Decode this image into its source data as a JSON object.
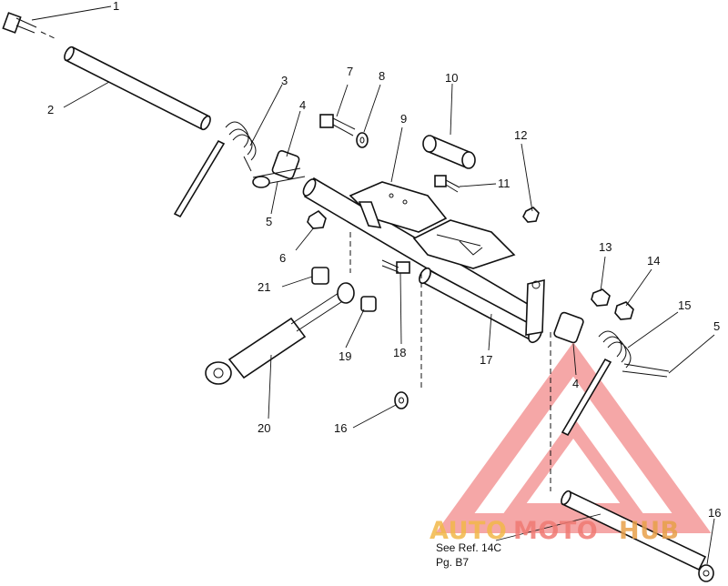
{
  "callouts": {
    "c1": "1",
    "c2": "2",
    "c3": "3",
    "c4a": "4",
    "c4b": "4",
    "c5a": "5",
    "c5b": "5",
    "c6": "6",
    "c7": "7",
    "c8": "8",
    "c9": "9",
    "c10": "10",
    "c11": "11",
    "c12": "12",
    "c13": "13",
    "c14": "14",
    "c15": "15",
    "c16a": "16",
    "c16b": "16",
    "c17": "17",
    "c18": "18",
    "c19": "19",
    "c20": "20",
    "c21": "21"
  },
  "reference_note": {
    "line1": "See Ref. 14C",
    "line2": "Pg. B7"
  },
  "watermark": {
    "word1": "AUTO",
    "word2": "MOTO",
    "word3": "HUB",
    "colors": {
      "auto": "#f2b84a",
      "moto": "#f07a73",
      "hub": "#e8a04a",
      "triangle": "#f28a8a"
    }
  }
}
